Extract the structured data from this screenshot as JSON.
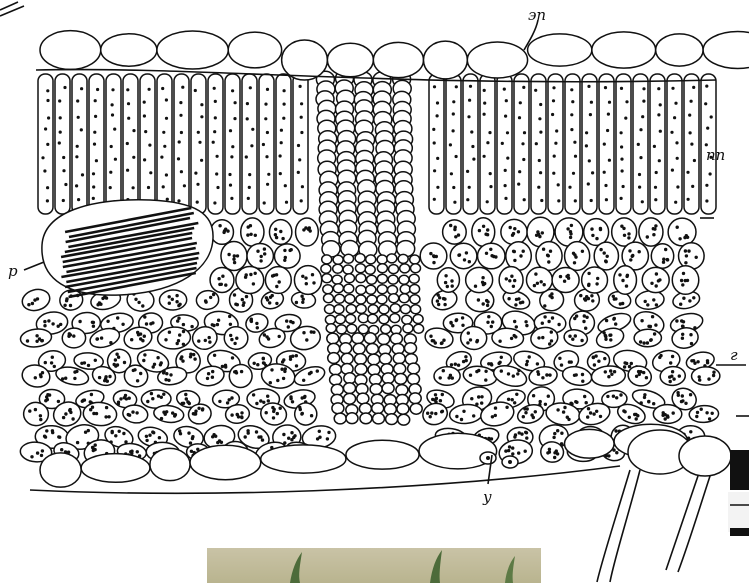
{
  "figure": {
    "labels": {
      "epidermis": "эп",
      "palisade": "пп",
      "druse": "р",
      "stomata": "у",
      "spongy": "г"
    }
  }
}
